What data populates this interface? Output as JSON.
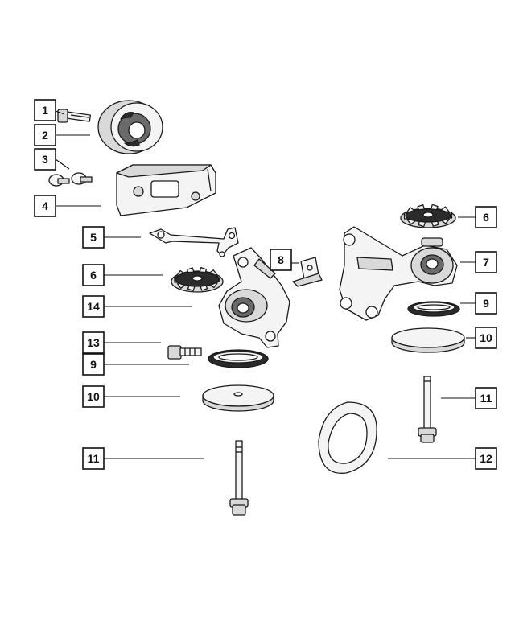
{
  "callouts": [
    {
      "id": "c1",
      "label": "1"
    },
    {
      "id": "c2",
      "label": "2"
    },
    {
      "id": "c3",
      "label": "3"
    },
    {
      "id": "c4",
      "label": "4"
    },
    {
      "id": "c5",
      "label": "5"
    },
    {
      "id": "c6a",
      "label": "6"
    },
    {
      "id": "c14",
      "label": "14"
    },
    {
      "id": "c13",
      "label": "13"
    },
    {
      "id": "c9a",
      "label": "9"
    },
    {
      "id": "c10a",
      "label": "10"
    },
    {
      "id": "c11a",
      "label": "11"
    },
    {
      "id": "c8",
      "label": "8"
    },
    {
      "id": "c6b",
      "label": "6"
    },
    {
      "id": "c7",
      "label": "7"
    },
    {
      "id": "c9b",
      "label": "9"
    },
    {
      "id": "c10b",
      "label": "10"
    },
    {
      "id": "c11b",
      "label": "11"
    },
    {
      "id": "c12",
      "label": "12"
    }
  ]
}
